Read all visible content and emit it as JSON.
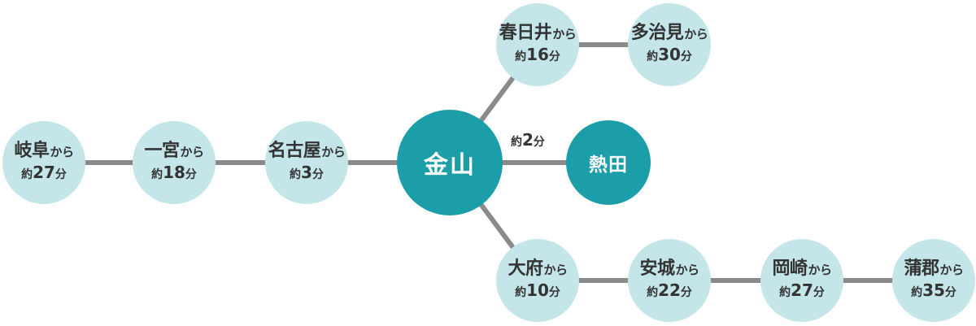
{
  "colors": {
    "hub": "#1b9ea8",
    "station": "#c5e6e9",
    "line": "#8a8a8a",
    "text_dark": "#333333",
    "text_light": "#ffffff"
  },
  "hub": {
    "name": "金山"
  },
  "destination": {
    "name": "熱田",
    "edge_label": {
      "prefix": "約",
      "value": "2",
      "suffix": "分"
    }
  },
  "stations": [
    {
      "id": "gifu",
      "name": "岐阜",
      "from": "から",
      "prefix": "約",
      "value": "27",
      "suffix": "分"
    },
    {
      "id": "ichinomiya",
      "name": "一宮",
      "from": "から",
      "prefix": "約",
      "value": "18",
      "suffix": "分"
    },
    {
      "id": "nagoya",
      "name": "名古屋",
      "from": "から",
      "prefix": "約",
      "value": "3",
      "suffix": "分"
    },
    {
      "id": "kasugai",
      "name": "春日井",
      "from": "から",
      "prefix": "約",
      "value": "16",
      "suffix": "分"
    },
    {
      "id": "tajimi",
      "name": "多治見",
      "from": "から",
      "prefix": "約",
      "value": "30",
      "suffix": "分"
    },
    {
      "id": "obu",
      "name": "大府",
      "from": "から",
      "prefix": "約",
      "value": "10",
      "suffix": "分"
    },
    {
      "id": "anjo",
      "name": "安城",
      "from": "から",
      "prefix": "約",
      "value": "22",
      "suffix": "分"
    },
    {
      "id": "okazaki",
      "name": "岡崎",
      "from": "から",
      "prefix": "約",
      "value": "27",
      "suffix": "分"
    },
    {
      "id": "gamagori",
      "name": "蒲郡",
      "from": "から",
      "prefix": "約",
      "value": "35",
      "suffix": "分"
    }
  ]
}
